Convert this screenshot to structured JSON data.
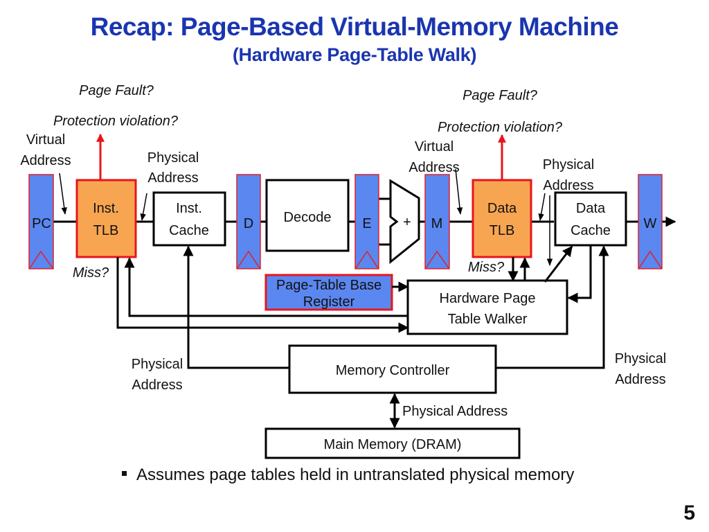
{
  "slide": {
    "title": "Recap: Page-Based Virtual-Memory Machine",
    "subtitle": "(Hardware Page-Table Walk)",
    "page_number": "5",
    "bullet": "Assumes page tables held in untranslated physical memory"
  },
  "colors": {
    "title": "#1a35b0",
    "register_fill": "#5b87f0",
    "register_border": "#e0202a",
    "tlb_fill": "#f8a552",
    "tlb_border": "#e8141c",
    "exception_arrow": "#e8141c",
    "wire": "#000000"
  },
  "diagram": {
    "pipeline_registers": [
      "PC",
      "D",
      "E",
      "M",
      "W"
    ],
    "blocks": {
      "inst_tlb": [
        "Inst.",
        "TLB"
      ],
      "inst_cache": [
        "Inst.",
        "Cache"
      ],
      "decode": "Decode",
      "alu": "+",
      "data_tlb": [
        "Data",
        "TLB"
      ],
      "data_cache": [
        "Data",
        "Cache"
      ],
      "ptbr": [
        "Page-Table Base",
        "Register"
      ],
      "walker": [
        "Hardware Page",
        "Table Walker"
      ],
      "mem_ctrl": "Memory Controller",
      "dram": "Main Memory (DRAM)"
    },
    "annotations": {
      "page_fault": "Page Fault?",
      "protection": "Protection violation?",
      "virtual": "Virtual",
      "physical": "Physical",
      "address": "Address",
      "physical_address": "Physical Address",
      "miss": "Miss?"
    }
  }
}
